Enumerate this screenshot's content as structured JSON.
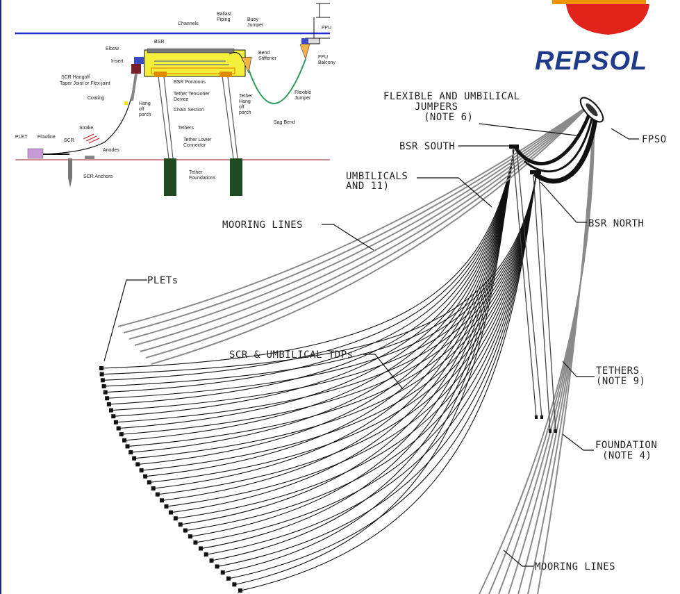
{
  "colors": {
    "sea_surface": "#1f2bd6",
    "seabed": "#c06a6a",
    "bsr_hull": "#f4ef3a",
    "tether_foundation": "#1f4a1f",
    "flexible_jumper": "#2f9a5a",
    "plet": "#c99ad8",
    "logo_red": "#e2231a",
    "logo_orange": "#f29200",
    "logo_text": "#1f3a8a",
    "line_dark": "#111111",
    "line_grey": "#8a8a8a"
  },
  "logo": {
    "name": "REPSOL",
    "icon": "repsol-sun-icon"
  },
  "inset": {
    "labels": {
      "channels": "Channels",
      "ballast_piping": "Ballast\nPiping",
      "buoy_jumper": "Buoy\nJumper",
      "fpu": "FPU",
      "elbow": "Elbow",
      "bsr": "BSR",
      "insert": "Insert",
      "bend_stiffener": "Bend\nStiffener",
      "fpu_balcony": "FPU\nBalcony",
      "scr_hangoff": "SCR Hangoff",
      "taper_joint": "Taper Joint or Flex-joint",
      "bsr_pontoons": "BSR Pontoons",
      "tether_tensioner": "Tether Tensioner\nDevice",
      "coating": "Coating",
      "hang_off_porch_left": "Hang\noff\nporch",
      "tether_hang_off_porch": "Tether\nHang\noff\nporch",
      "flexible_jumper": "Flexible\nJumper",
      "chain_section": "Chain Section",
      "sag_bend": "Sag Bend",
      "strake": "Strake",
      "tethers": "Tethers",
      "plet": "PLET",
      "flowline": "Flowline",
      "scr": "SCR",
      "tether_lower_connector": "Tether Lower\nConnector",
      "anodes": "Anodes",
      "scr_anchors": "SCR Anchors",
      "tether_foundations": "Tether\nFoundations"
    }
  },
  "main": {
    "labels": {
      "flexible_umbilical": "FLEXIBLE AND UMBILICAL",
      "jumpers": "JUMPERS",
      "note6": "(NOTE 6)",
      "fpso": "FPSO",
      "bsr_south": "BSR SOUTH",
      "umbilicals": "UMBILICALS",
      "and11": "AND 11)",
      "bsr_north": "BSR NORTH",
      "mooring_lines_top": "MOORING LINES",
      "plets": "PLETs",
      "scr_umbilical_tdps": "SCR & UMBILICAL TDPs",
      "tethers": "TETHERS",
      "note9": "(NOTE 9)",
      "foundation": "FOUNDATION",
      "note4": "(NOTE 4)",
      "mooring_lines_bottom": "MOORING LINES"
    }
  }
}
